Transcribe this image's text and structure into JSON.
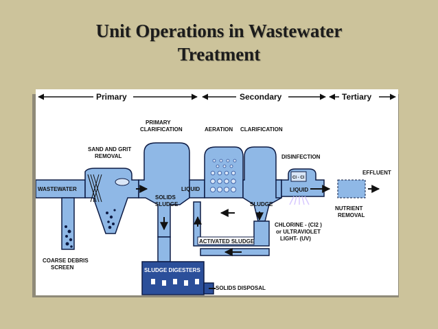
{
  "title": {
    "line1": "Unit Operations in Wastewater",
    "line2": "Treatment"
  },
  "stages": {
    "primary": "Primary",
    "secondary": "Secondary",
    "tertiary": "Tertiary"
  },
  "labels": {
    "primary_clarification_1": "PRIMARY",
    "primary_clarification_2": "CLARIFICATION",
    "aeration": "AERATION",
    "clarification": "CLARIFICATION",
    "sand_grit_1": "SAND AND GRIT",
    "sand_grit_2": "REMOVAL",
    "disinfection": "DISINFECTION",
    "effluent": "EFFLUENT",
    "wastewater": "WASTEWATER",
    "liquid_primary": "LIQUID",
    "liquid_disinfection": "LIQUID",
    "solids_sludge_1": "SOLIDS",
    "solids_sludge_2": "SLUDGE",
    "sludge": "SLUDGE",
    "nutrient_removal_1": "NUTRIENT",
    "nutrient_removal_2": "REMOVAL",
    "chlorine_1": "CHLORINE - (Cl2 )",
    "chlorine_2": "or ULTRAVIOLET",
    "chlorine_3": "LIGHT- (UV)",
    "activated_sludge": "ACTIVATED SLUDGE",
    "coarse_debris_1": "COARSE DEBRIS",
    "coarse_debris_2": "SCREEN",
    "sludge_digesters": "SLUDGE DIGESTERS",
    "solids_disposal": "SOLIDS DISPOSAL",
    "chlorine_tank": "Cl - Cl"
  },
  "colors": {
    "water": "#8fb8e6",
    "water_dark": "#2b4f9a",
    "outline": "#0d1b44",
    "bubble": "#d9e6f7",
    "slide_bg": "#ccc39b"
  }
}
